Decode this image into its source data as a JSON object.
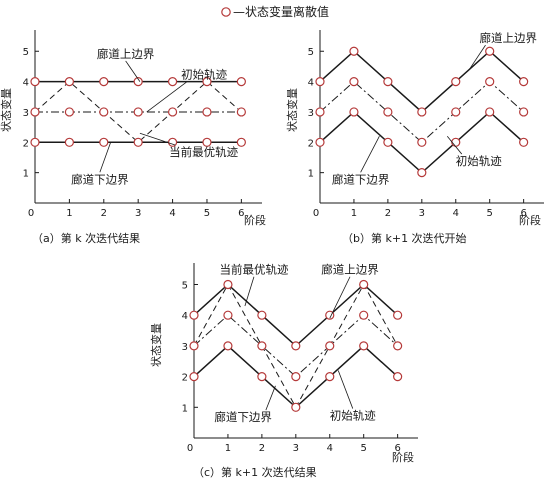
{
  "legend": {
    "marker_label": "—状态变量离散值"
  },
  "colors": {
    "marker_stroke": "#b53a3a",
    "line": "#1a1a1a"
  },
  "chart_data": [
    {
      "type": "line",
      "caption": "（a）第 k 次迭代结果",
      "xlabel": "阶段",
      "ylabel": "状态变量",
      "x": [
        0,
        1,
        2,
        3,
        4,
        5,
        6
      ],
      "xlim": [
        0,
        6.6
      ],
      "ylim": [
        0,
        5.7
      ],
      "yticks": [
        1,
        2,
        3,
        4,
        5
      ],
      "grid": false,
      "discrete_states": [
        {
          "x": 0,
          "y": [
            2,
            3,
            4
          ]
        },
        {
          "x": 1,
          "y": [
            2,
            3,
            4
          ]
        },
        {
          "x": 2,
          "y": [
            2,
            3,
            4
          ]
        },
        {
          "x": 3,
          "y": [
            2,
            3,
            4
          ]
        },
        {
          "x": 4,
          "y": [
            2,
            3,
            4
          ]
        },
        {
          "x": 5,
          "y": [
            2,
            3,
            4
          ]
        },
        {
          "x": 6,
          "y": [
            2,
            3,
            4
          ]
        }
      ],
      "series": [
        {
          "key": "upper",
          "style": "solid",
          "x": [
            0,
            6
          ],
          "y": [
            4,
            4
          ]
        },
        {
          "key": "lower",
          "style": "solid",
          "x": [
            0,
            6
          ],
          "y": [
            2,
            2
          ]
        },
        {
          "key": "initial",
          "style": "dashdot",
          "x": [
            0,
            6
          ],
          "y": [
            3,
            3
          ]
        },
        {
          "key": "current",
          "style": "dashed",
          "x": [
            0,
            1,
            3,
            5,
            6
          ],
          "y": [
            3,
            4,
            2,
            4,
            3
          ]
        }
      ],
      "annotations": [
        {
          "text": "廊道上边界",
          "x": 1.8,
          "y": 4.78,
          "arrow_to": [
            3.05,
            4
          ]
        },
        {
          "text": "初始轨迹",
          "x": 4.25,
          "y": 4.1,
          "arrow_to": [
            3.25,
            3
          ]
        },
        {
          "text": "当前最优轨迹",
          "x": 3.9,
          "y": 1.55,
          "arrow_to": [
            3.05,
            2.3
          ]
        },
        {
          "text": "廊道下边界",
          "x": 1.05,
          "y": 0.65,
          "arrow_to": [
            2.2,
            2
          ]
        }
      ]
    },
    {
      "type": "line",
      "caption": "（b）第 k+1 次迭代开始",
      "xlabel": "阶段",
      "ylabel": "状态变量",
      "x": [
        0,
        1,
        2,
        3,
        4,
        5,
        6
      ],
      "xlim": [
        0,
        6.6
      ],
      "ylim": [
        0,
        5.7
      ],
      "yticks": [
        1,
        2,
        3,
        4,
        5
      ],
      "grid": false,
      "discrete_states": [
        {
          "x": 0,
          "y": [
            2,
            3,
            4
          ]
        },
        {
          "x": 1,
          "y": [
            3,
            4,
            5
          ]
        },
        {
          "x": 2,
          "y": [
            2,
            3,
            4
          ]
        },
        {
          "x": 3,
          "y": [
            1,
            2,
            3
          ]
        },
        {
          "x": 4,
          "y": [
            2,
            3,
            4
          ]
        },
        {
          "x": 5,
          "y": [
            3,
            4,
            5
          ]
        },
        {
          "x": 6,
          "y": [
            2,
            3,
            4
          ]
        }
      ],
      "series": [
        {
          "key": "upper",
          "style": "solid",
          "x": [
            0,
            1,
            3,
            5,
            6
          ],
          "y": [
            4,
            5,
            3,
            5,
            4
          ]
        },
        {
          "key": "lower",
          "style": "solid",
          "x": [
            0,
            1,
            3,
            5,
            6
          ],
          "y": [
            2,
            3,
            1,
            3,
            2
          ]
        },
        {
          "key": "initial",
          "style": "dashdot",
          "x": [
            0,
            1,
            3,
            5,
            6
          ],
          "y": [
            3,
            4,
            2,
            4,
            3
          ]
        }
      ],
      "annotations": [
        {
          "text": "廊道上边界",
          "x": 4.7,
          "y": 5.3,
          "arrow_to": [
            4.4,
            4.4
          ]
        },
        {
          "text": "初始轨迹",
          "x": 4.0,
          "y": 1.25,
          "arrow_to": [
            3.75,
            2.2
          ]
        },
        {
          "text": "廊道下边界",
          "x": 0.35,
          "y": 0.65,
          "arrow_to": [
            1.75,
            2.2
          ]
        }
      ]
    },
    {
      "type": "line",
      "caption": "（c）第 k+1 次迭代结果",
      "xlabel": "阶段",
      "ylabel": "状态变量",
      "x": [
        0,
        1,
        2,
        3,
        4,
        5,
        6
      ],
      "xlim": [
        0,
        6.6
      ],
      "ylim": [
        0,
        5.7
      ],
      "yticks": [
        1,
        2,
        3,
        4,
        5
      ],
      "grid": false,
      "discrete_states": [
        {
          "x": 0,
          "y": [
            2,
            3,
            4
          ]
        },
        {
          "x": 1,
          "y": [
            3,
            4,
            5
          ]
        },
        {
          "x": 2,
          "y": [
            2,
            3,
            4
          ]
        },
        {
          "x": 3,
          "y": [
            1,
            2,
            3
          ]
        },
        {
          "x": 4,
          "y": [
            2,
            3,
            4
          ]
        },
        {
          "x": 5,
          "y": [
            3,
            4,
            5
          ]
        },
        {
          "x": 6,
          "y": [
            2,
            3,
            4
          ]
        }
      ],
      "series": [
        {
          "key": "upper",
          "style": "solid",
          "x": [
            0,
            1,
            3,
            5,
            6
          ],
          "y": [
            4,
            5,
            3,
            5,
            4
          ]
        },
        {
          "key": "lower",
          "style": "solid",
          "x": [
            0,
            1,
            3,
            5,
            6
          ],
          "y": [
            2,
            3,
            1,
            3,
            2
          ]
        },
        {
          "key": "initial",
          "style": "dashdot",
          "x": [
            0,
            1,
            3,
            5,
            6
          ],
          "y": [
            3,
            4,
            2,
            4,
            3
          ]
        },
        {
          "key": "current",
          "style": "dashed",
          "x": [
            0,
            1,
            3,
            5,
            6
          ],
          "y": [
            3,
            5,
            1,
            5,
            3
          ]
        }
      ],
      "annotations": [
        {
          "text": "当前最优轨迹",
          "x": 0.75,
          "y": 5.35,
          "arrow_to": [
            1.5,
            4.3
          ]
        },
        {
          "text": "廊道上边界",
          "x": 3.75,
          "y": 5.35,
          "arrow_to": [
            4.0,
            3.9
          ]
        },
        {
          "text": "初始轨迹",
          "x": 4.0,
          "y": 0.6,
          "arrow_to": [
            4.25,
            2.2
          ]
        },
        {
          "text": "廊道下边界",
          "x": 0.6,
          "y": 0.55,
          "arrow_to": [
            2.4,
            1.7
          ]
        }
      ]
    }
  ]
}
